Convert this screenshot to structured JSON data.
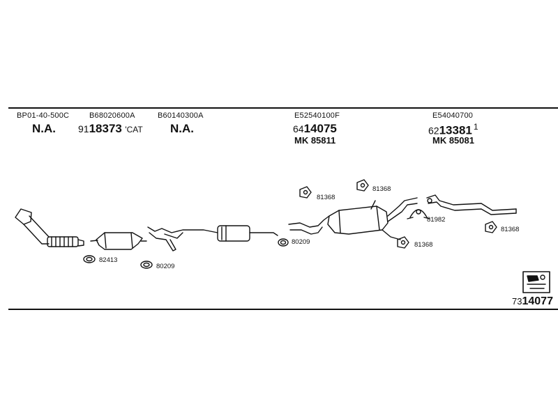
{
  "header_columns": [
    {
      "oem": "BP01-40-500C",
      "status": "N.A."
    },
    {
      "oem": "B68020600A",
      "prefix": "91",
      "number": "18373",
      "suffix": "CAT"
    },
    {
      "oem": "B60140300A",
      "status": "N.A."
    },
    {
      "oem": "E52540100F",
      "prefix": "64",
      "number": "14075",
      "mk": "MK 85811"
    },
    {
      "oem": "E54040700",
      "prefix": "62",
      "number": "13381",
      "suffix": "1",
      "mk": "MK 85081"
    }
  ],
  "part_labels": {
    "p82413": "82413",
    "p80209_a": "80209",
    "p80209_b": "80209",
    "p81368_a": "81368",
    "p81368_b": "81368",
    "p81368_c": "81368",
    "p81368_d": "81368",
    "p81982": "81982"
  },
  "catalog_ref": {
    "prefix": "73",
    "number": "14077"
  }
}
